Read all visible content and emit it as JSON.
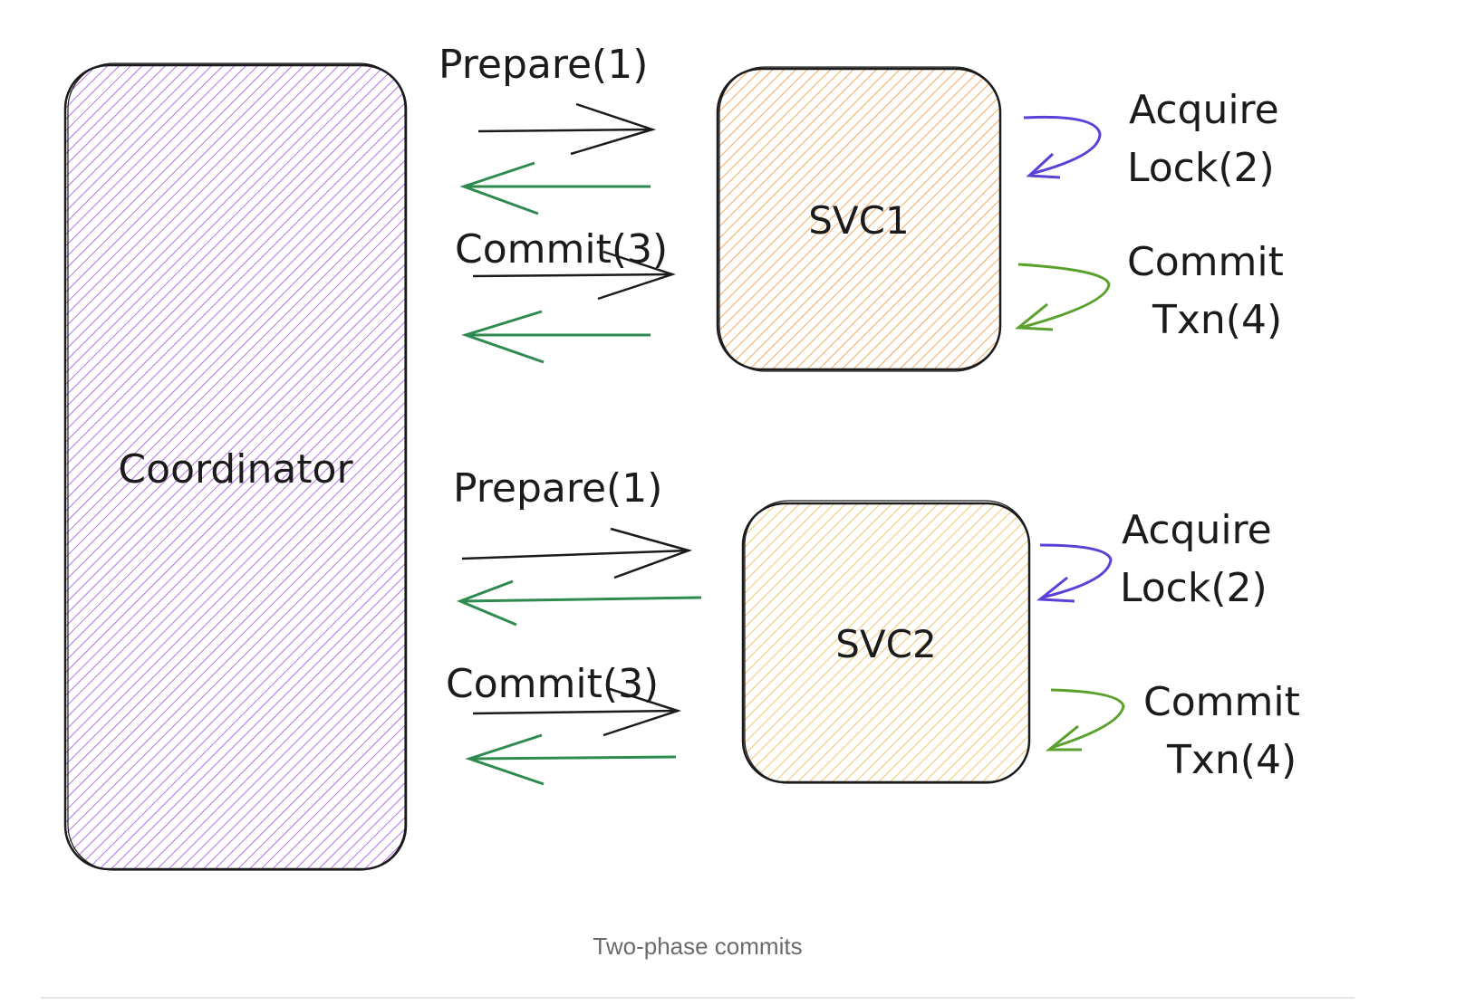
{
  "diagram": {
    "coordinator": {
      "label": "Coordinator",
      "color": "#9c3fd6"
    },
    "svc1": {
      "label": "SVC1",
      "color": "#f08c2c",
      "prepare_label": "Prepare(1)",
      "commit_label": "Commit(3)",
      "lock_label_line1": "Acquire",
      "lock_label_line2": "Lock(2)",
      "txn_label_line1": "Commit",
      "txn_label_line2": "Txn(4)"
    },
    "svc2": {
      "label": "SVC2",
      "color": "#f0b23a",
      "prepare_label": "Prepare(1)",
      "commit_label": "Commit(3)",
      "lock_label_line1": "Acquire",
      "lock_label_line2": "Lock(2)",
      "txn_label_line1": "Commit",
      "txn_label_line2": "Txn(4)"
    },
    "colors": {
      "request_arrow": "#1b1b1b",
      "response_arrow": "#2f8a4f",
      "lock_loop": "#5b3fd6",
      "txn_loop": "#5aa02c"
    }
  },
  "caption": "Two-phase commits"
}
